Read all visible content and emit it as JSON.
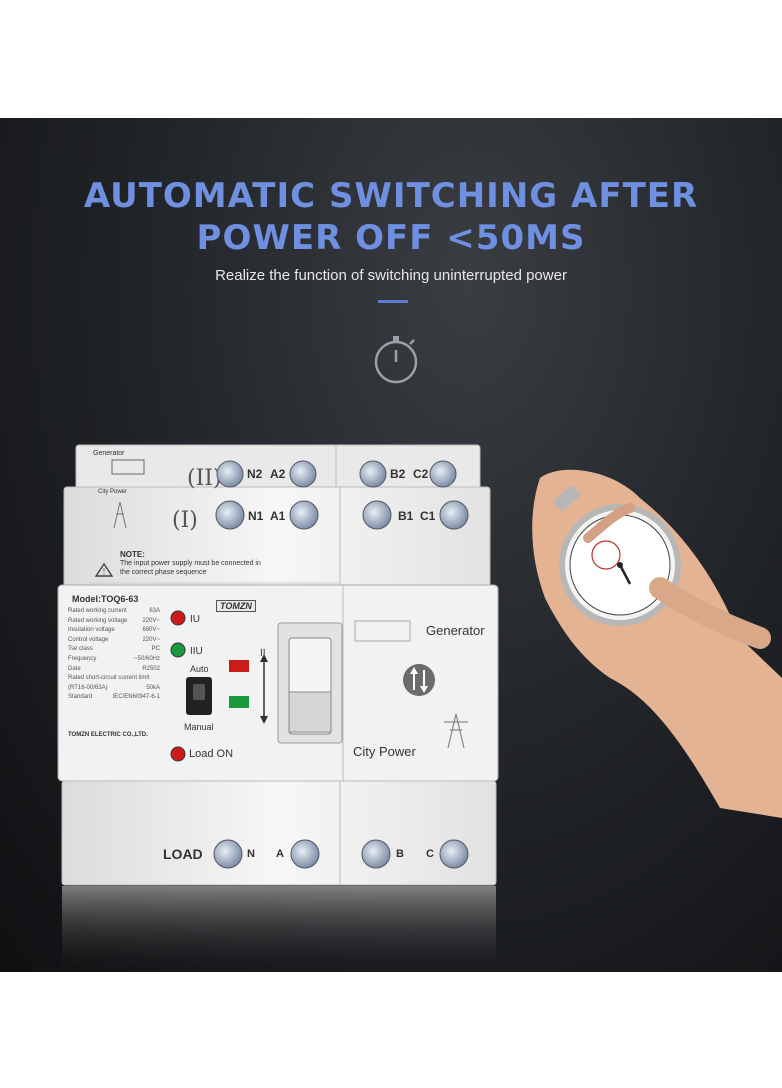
{
  "headline": {
    "line1": "AUTOMATIC SWITCHING AFTER",
    "line2": "POWER OFF <50MS",
    "subtitle": "Realize the function of switching uninterrupted power"
  },
  "icons": {
    "timer": "stopwatch-icon",
    "switch": "transfer-arrows-icon"
  },
  "colors": {
    "background": "#1b1d20",
    "headline": "#6f8fe0",
    "device": "#eeeeee",
    "indicator_red": "#cc1b1b",
    "indicator_green": "#1a9a3c"
  },
  "device": {
    "top_generator_label": "Generator",
    "top_city_label": "City Power",
    "terminals_top": [
      "N2",
      "A2",
      "B2",
      "C2"
    ],
    "terminals_mid": [
      "N1",
      "A1",
      "B1",
      "C1"
    ],
    "note_title": "NOTE:",
    "note_text_1": "The input power supply must be connected in",
    "note_text_2": "the correct phase sequence",
    "model": "Model:TOQ6-63",
    "brand": "TOMZN",
    "ratings": [
      [
        "Rated working current",
        "63A"
      ],
      [
        "Rated working voltage",
        "220V~"
      ],
      [
        "Insulation voltage",
        "690V~"
      ],
      [
        "Control voltage",
        "220V~"
      ],
      [
        "Tse class",
        "PC"
      ],
      [
        "Frequency",
        "~50/60Hz"
      ],
      [
        "Date",
        "R2502"
      ],
      [
        "Rated short-circuit current limit",
        ""
      ],
      [
        "(RT16-00/63A)",
        "50kA"
      ],
      [
        "Standard",
        "IEC/EN60947-6-1"
      ]
    ],
    "maker": "TOMZN ELECTRIC CO.,LTD.",
    "ind_1": "IU",
    "ind_2": "IIU",
    "auto": "Auto",
    "manual": "Manual",
    "load_on": "Load ON",
    "pos_II": "II",
    "pos_I": "I",
    "generator": "Generator",
    "city_power": "City Power",
    "load": "LOAD",
    "terminals_bottom": [
      "N",
      "A",
      "B",
      "C"
    ]
  }
}
